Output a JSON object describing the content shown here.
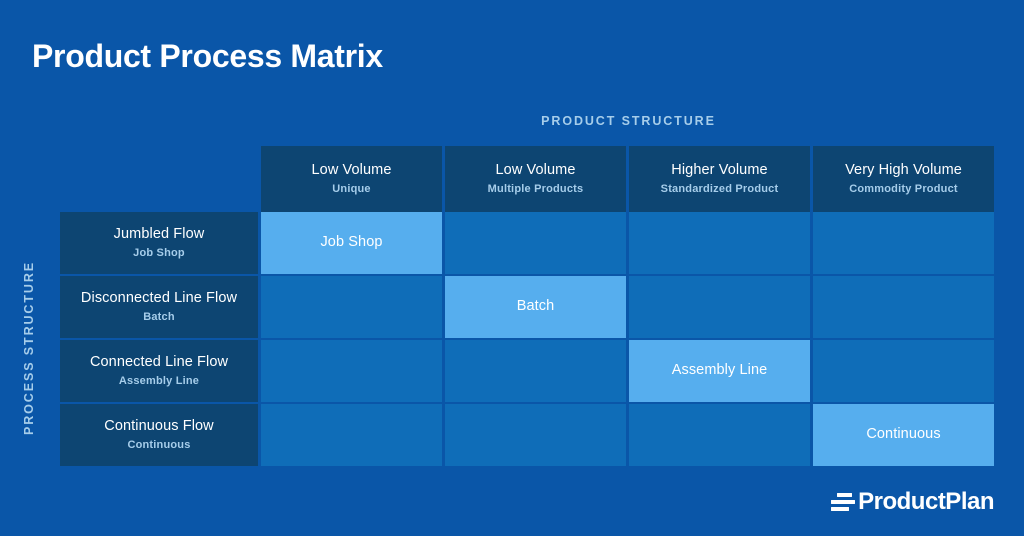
{
  "page": {
    "title": "Product Process Matrix",
    "background_color": "#0a56a8"
  },
  "axes": {
    "top_caption": "PRODUCT STRUCTURE",
    "left_caption": "PROCESS STRUCTURE",
    "caption_color": "#a6cdea"
  },
  "columns": [
    {
      "main": "Low Volume",
      "sub": "Unique"
    },
    {
      "main": "Low Volume",
      "sub": "Multiple Products"
    },
    {
      "main": "Higher Volume",
      "sub": "Standardized Product"
    },
    {
      "main": "Very High Volume",
      "sub": "Commodity Product"
    }
  ],
  "rows": [
    {
      "main": "Jumbled Flow",
      "sub": "Job Shop"
    },
    {
      "main": "Disconnected Line Flow",
      "sub": "Batch"
    },
    {
      "main": "Connected Line Flow",
      "sub": "Assembly Line"
    },
    {
      "main": "Continuous Flow",
      "sub": "Continuous"
    }
  ],
  "cells": [
    [
      {
        "label": "Job Shop",
        "active": true
      },
      {
        "label": "",
        "active": false
      },
      {
        "label": "",
        "active": false
      },
      {
        "label": "",
        "active": false
      }
    ],
    [
      {
        "label": "",
        "active": false
      },
      {
        "label": "Batch",
        "active": true
      },
      {
        "label": "",
        "active": false
      },
      {
        "label": "",
        "active": false
      }
    ],
    [
      {
        "label": "",
        "active": false
      },
      {
        "label": "",
        "active": false
      },
      {
        "label": "Assembly Line",
        "active": true
      },
      {
        "label": "",
        "active": false
      }
    ],
    [
      {
        "label": "",
        "active": false
      },
      {
        "label": "",
        "active": false
      },
      {
        "label": "",
        "active": false
      },
      {
        "label": "Continuous",
        "active": true
      }
    ]
  ],
  "colors": {
    "header_cell": "#0d4572",
    "grid_cell": "#0f6db8",
    "active_cell": "#56aeee"
  },
  "brand": {
    "name": "ProductPlan",
    "icon": "stacked-bars-icon"
  }
}
